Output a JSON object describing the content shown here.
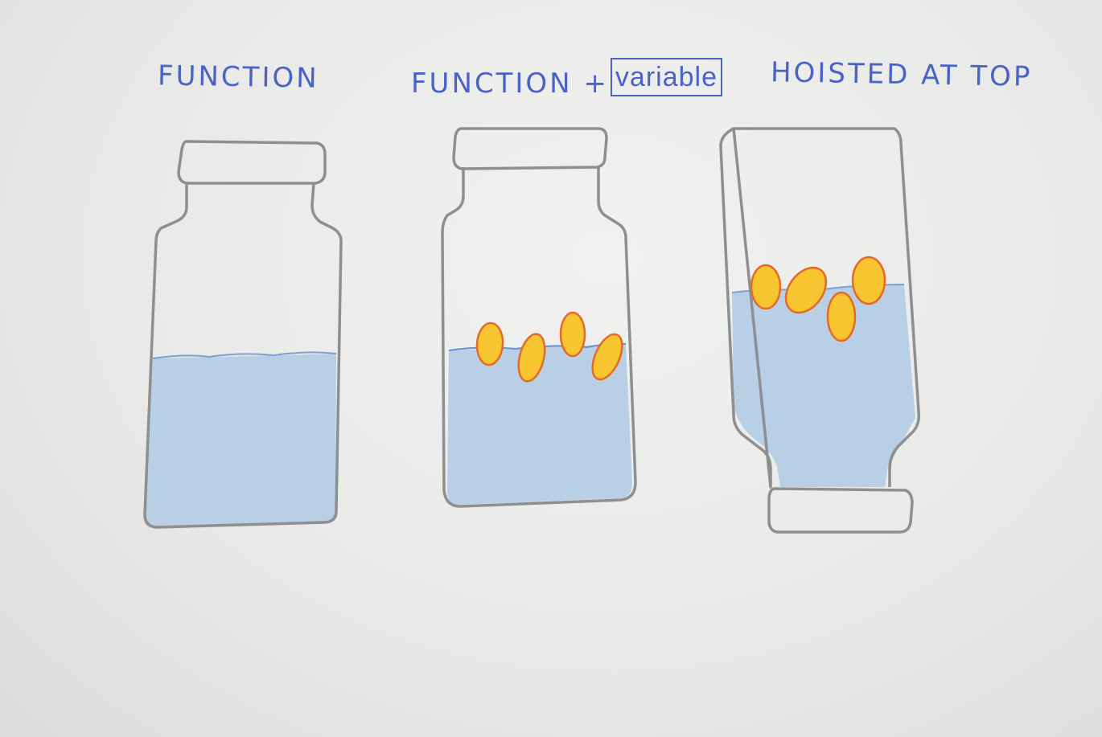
{
  "labels": {
    "function": "FUNCTION",
    "function_plus": "FUNCTION +",
    "variable": "variable",
    "hoisted": "HOISTED AT TOP"
  },
  "jars": [
    {
      "name": "function-jar",
      "orientation": "upright",
      "water_level": "half",
      "has_beans": false
    },
    {
      "name": "function-variable-jar",
      "orientation": "upright",
      "water_level": "half",
      "has_beans": true,
      "bean_count": 4
    },
    {
      "name": "hoisted-jar",
      "orientation": "upside-down",
      "water_level": "high",
      "has_beans": true,
      "bean_count": 4
    }
  ],
  "colors": {
    "paper": "#e9eae8",
    "ink": "#4a63c4",
    "pencil": "#8d8f90",
    "water": "#b9cfe6",
    "bean_fill": "#f7c530",
    "bean_outline": "#e36a2a"
  }
}
